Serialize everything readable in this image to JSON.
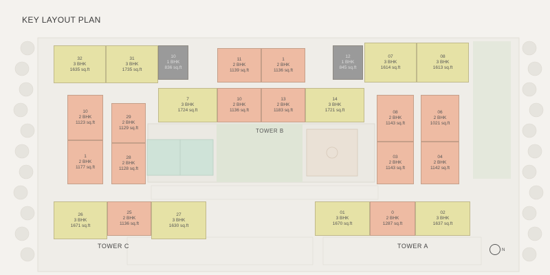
{
  "title": "KEY LAYOUT PLAN",
  "tower_labels": {
    "c": "TOWER C",
    "a": "TOWER A",
    "b": "TOWER B"
  },
  "compass": "N",
  "colors": {
    "three_bhk": "#e6e2a6",
    "two_bhk": "#eebba3",
    "one_bhk": "#9a9a9a",
    "background": "#f4f2ee",
    "grass": "#dfe5d6",
    "court": "#cfe3d8"
  },
  "units": {
    "u0": {
      "id": "32",
      "type": "3 BHK",
      "area": "1635 sq.ft"
    },
    "u1": {
      "id": "31",
      "type": "3 BHK",
      "area": "1735 sq.ft"
    },
    "u2": {
      "id": "10",
      "type": "1 BHK",
      "area": "836 sq.ft"
    },
    "u3": {
      "id": "11",
      "type": "2 BHK",
      "area": "1139 sq.ft"
    },
    "u4": {
      "id": "1",
      "type": "2 BHK",
      "area": "1136 sq.ft"
    },
    "u5": {
      "id": "12",
      "type": "1 BHK",
      "area": "845 sq.ft"
    },
    "u6": {
      "id": "07",
      "type": "3 BHK",
      "area": "1614 sq.ft"
    },
    "u7": {
      "id": "08",
      "type": "3 BHK",
      "area": "1613 sq.ft"
    },
    "u8": {
      "id": "7",
      "type": "3 BHK",
      "area": "1724 sq.ft"
    },
    "u9": {
      "id": "10",
      "type": "2 BHK",
      "area": "1136 sq.ft"
    },
    "u10": {
      "id": "13",
      "type": "2 BHK",
      "area": "1183 sq.ft"
    },
    "u11": {
      "id": "14",
      "type": "3 BHK",
      "area": "1721 sq.ft"
    },
    "u12": {
      "id": "10",
      "type": "2 BHK",
      "area": "1123 sq.ft"
    },
    "u13": {
      "id": "29",
      "type": "2 BHK",
      "area": "1129 sq.ft"
    },
    "u14": {
      "id": "1",
      "type": "2 BHK",
      "area": "1177 sq.ft"
    },
    "u15": {
      "id": "28",
      "type": "2 BHK",
      "area": "1128 sq.ft"
    },
    "u16": {
      "id": "08",
      "type": "2 BHK",
      "area": "1143 sq.ft"
    },
    "u17": {
      "id": "06",
      "type": "2 BHK",
      "area": "1021 sq.ft"
    },
    "u18": {
      "id": "03",
      "type": "2 BHK",
      "area": "1143 sq.ft"
    },
    "u19": {
      "id": "04",
      "type": "2 BHK",
      "area": "1142 sq.ft"
    },
    "u20": {
      "id": "26",
      "type": "3 BHK",
      "area": "1671 sq.ft"
    },
    "u21": {
      "id": "25",
      "type": "2 BHK",
      "area": "1136 sq.ft"
    },
    "u22": {
      "id": "27",
      "type": "3 BHK",
      "area": "1630 sq.ft"
    },
    "u23": {
      "id": "01",
      "type": "3 BHK",
      "area": "1670 sq.ft"
    },
    "u24": {
      "id": "0",
      "type": "2 BHK",
      "area": "1287 sq.ft"
    },
    "u25": {
      "id": "02",
      "type": "3 BHK",
      "area": "1637 sq.ft"
    }
  }
}
